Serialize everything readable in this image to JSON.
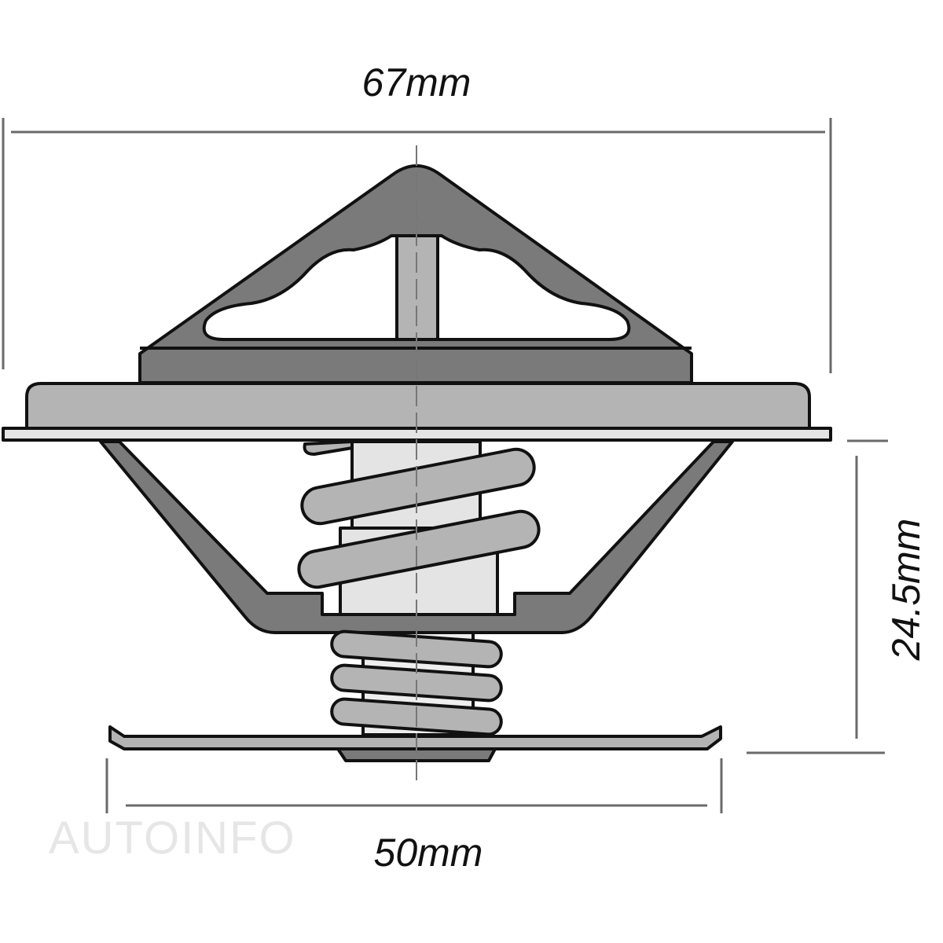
{
  "diagram": {
    "subject": "thermostat",
    "dimensions": {
      "overall_width": "67mm",
      "height": "24.5mm",
      "base_width": "50mm"
    },
    "watermark": "AUTOINFO",
    "colors": {
      "dark_metal": "#7a7a7a",
      "mid_metal": "#b4b4b4",
      "light_metal": "#e4e4e4",
      "outline": "#111111",
      "dimension_line": "#6a6a6a"
    }
  }
}
